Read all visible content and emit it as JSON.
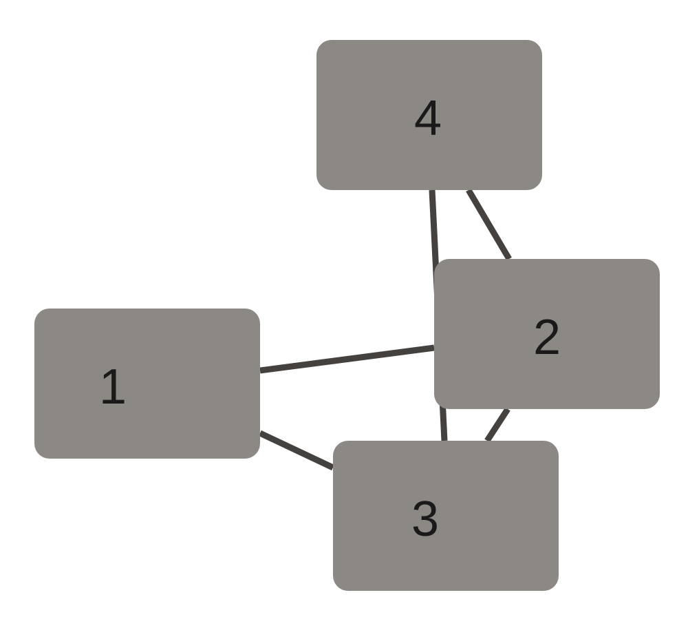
{
  "graph": {
    "colors": {
      "background": "#ffffff",
      "node_fill": "#8c8985",
      "edge_stroke": "#44413e",
      "label_text": "#1a1a1a"
    },
    "nodes": [
      {
        "id": "1",
        "label": "1"
      },
      {
        "id": "2",
        "label": "2"
      },
      {
        "id": "3",
        "label": "3"
      },
      {
        "id": "4",
        "label": "4"
      }
    ],
    "edges": [
      {
        "from": "1",
        "to": "2"
      },
      {
        "from": "1",
        "to": "3"
      },
      {
        "from": "4",
        "to": "2"
      },
      {
        "from": "4",
        "to": "3"
      },
      {
        "from": "2",
        "to": "3"
      }
    ]
  }
}
